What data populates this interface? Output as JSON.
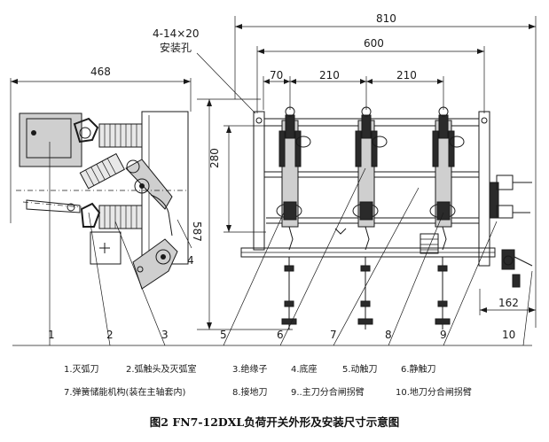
{
  "dimensions": {
    "side_width": "468",
    "total_width": "810",
    "mount_span": "600",
    "offset_70": "70",
    "pitch_1": "210",
    "pitch_2": "210",
    "height_280": "280",
    "height_587": "587",
    "handle_162": "162"
  },
  "mount_hole": {
    "line1": "4-14×20",
    "line2": "安装孔"
  },
  "callouts": [
    "1",
    "2",
    "3",
    "4",
    "5",
    "6",
    "7",
    "8",
    "9",
    "10"
  ],
  "legend": {
    "row1": [
      "1.灭弧刀",
      "2.弧触头及灭弧室",
      "3.绝缘子",
      "4.底座",
      "5.动触刀",
      "6.静触刀"
    ],
    "row2": [
      "7.弹簧储能机构(装在主轴套内)",
      "8.接地刀",
      "9..主刀分合闸拐臂",
      "10.地刀分合闸拐臂"
    ]
  },
  "caption": "图2  FN7-12DXL负荷开关外形及安装尺寸示意图"
}
